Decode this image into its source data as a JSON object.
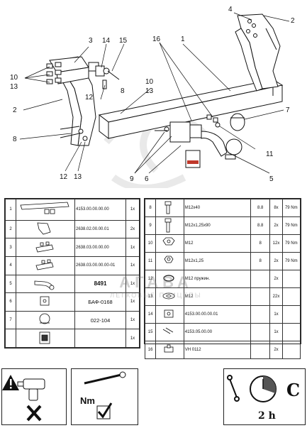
{
  "diagram": {
    "callouts": [
      {
        "id": "c4",
        "text": "4"
      },
      {
        "id": "c2a",
        "text": "2"
      },
      {
        "id": "c3",
        "text": "3"
      },
      {
        "id": "c14",
        "text": "14"
      },
      {
        "id": "c15",
        "text": "15"
      },
      {
        "id": "c16",
        "text": "16"
      },
      {
        "id": "c1",
        "text": "1"
      },
      {
        "id": "c10a",
        "text": "10"
      },
      {
        "id": "c13a",
        "text": "13"
      },
      {
        "id": "c10b",
        "text": "10"
      },
      {
        "id": "c13b",
        "text": "13"
      },
      {
        "id": "c8a",
        "text": "8"
      },
      {
        "id": "c12a",
        "text": "12"
      },
      {
        "id": "c2b",
        "text": "2"
      },
      {
        "id": "c7",
        "text": "7"
      },
      {
        "id": "c8b",
        "text": "8"
      },
      {
        "id": "c11",
        "text": "11"
      },
      {
        "id": "c12b",
        "text": "12"
      },
      {
        "id": "c13c",
        "text": "13"
      },
      {
        "id": "c9",
        "text": "9"
      },
      {
        "id": "c6",
        "text": "6"
      },
      {
        "id": "c5",
        "text": "5"
      }
    ]
  },
  "parts_left": [
    {
      "idx": "1",
      "code": "4153.00.00.00.00",
      "qty": "1x"
    },
    {
      "idx": "2",
      "code": "2638.02.00.00.01",
      "qty": "2x"
    },
    {
      "idx": "3",
      "code": "2638.03.00.00.00",
      "qty": "1x"
    },
    {
      "idx": "4",
      "code": "2638.03.00.00.00-01",
      "qty": "1x"
    },
    {
      "idx": "5",
      "code": "8491",
      "qty": "1x"
    },
    {
      "idx": "6",
      "code": "БАФ-0168",
      "qty": "1x"
    },
    {
      "idx": "7",
      "code": "022-104",
      "qty": "1x"
    },
    {
      "idx": "",
      "code": "",
      "qty": "1x"
    }
  ],
  "parts_right": [
    {
      "idx": "8",
      "desc": "M12x40",
      "cls": "8.8",
      "qty": "8x",
      "torque": "79 Nm"
    },
    {
      "idx": "9",
      "desc": "M12x1,25x90",
      "cls": "8.8",
      "qty": "2x",
      "torque": "79 Nm"
    },
    {
      "idx": "10",
      "desc": "M12",
      "cls": "8",
      "qty": "12x",
      "torque": "79 Nm"
    },
    {
      "idx": "11",
      "desc": "M12x1,25",
      "cls": "8",
      "qty": "2x",
      "torque": "79 Nm"
    },
    {
      "idx": "12",
      "desc": "M12 пружин.",
      "cls": "",
      "qty": "2x",
      "torque": ""
    },
    {
      "idx": "13",
      "desc": "M12",
      "cls": "",
      "qty": "22x",
      "torque": ""
    },
    {
      "idx": "14",
      "desc": "4153.00.00.00.01",
      "cls": "",
      "qty": "1x",
      "torque": ""
    },
    {
      "idx": "15",
      "desc": "4153.05.00.00",
      "cls": "",
      "qty": "1x",
      "torque": ""
    },
    {
      "idx": "16",
      "desc": "VH 0112",
      "cls": "",
      "qty": "2x",
      "torque": ""
    }
  ],
  "watermark": {
    "brand": "АГАВА",
    "sub": "ЛЕГКОВЫЕ ПРИЦЕПЫ"
  },
  "footer": {
    "torque_label": "Nm",
    "time_label": "2 h",
    "time_letter": "C"
  },
  "colors": {
    "line": "#111111",
    "warning": "#111111",
    "sticker": "#c0392b"
  }
}
